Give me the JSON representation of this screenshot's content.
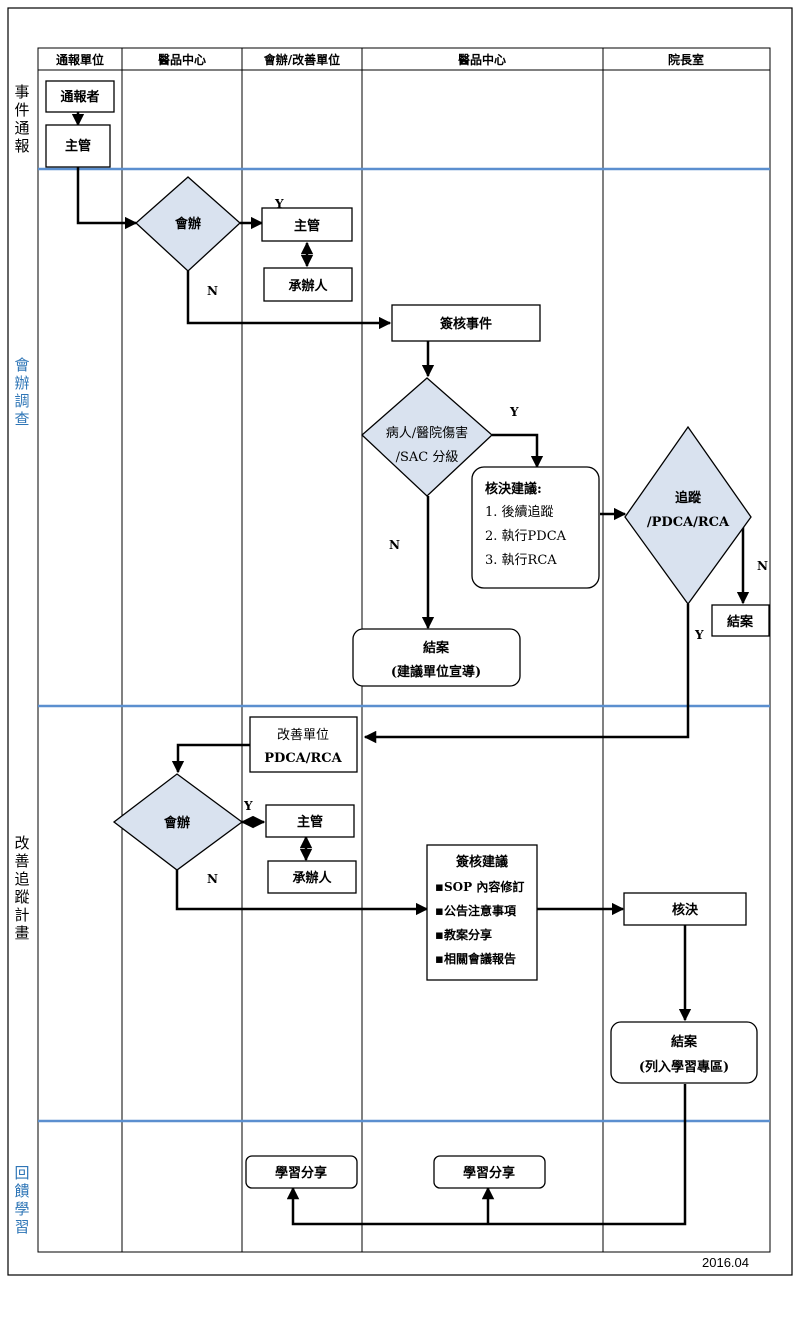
{
  "columns": [
    "通報單位",
    "醫品中心",
    "會辦/改善單位",
    "醫品中心",
    "院長室"
  ],
  "phases": [
    "事件通報",
    "會辦調查",
    "改善追蹤計畫",
    "回饋學習"
  ],
  "nodes": {
    "reporter": "通報者",
    "supervisor1": "主管",
    "joint1": "會辦",
    "supervisor2": "主管",
    "handler1": "承辦人",
    "review_event": "簽核事件",
    "harm_l1": "病人/醫院傷害",
    "harm_l2": "/SAC 分級",
    "decision_title": "核決建議:",
    "decision_items": [
      "1. 後續追蹤",
      "2. 執行PDCA",
      "3. 執行RCA"
    ],
    "track_l1": "追蹤",
    "track_l2": "/PDCA/RCA",
    "close_a": "結案",
    "close_b_l1": "結案",
    "close_b_l2": "(建議單位宣導)",
    "improve_l1": "改善單位",
    "improve_l2": "PDCA/RCA",
    "joint2": "會辦",
    "supervisor3": "主管",
    "handler2": "承辦人",
    "sign_title": "簽核建議",
    "sign_items": [
      "SOP 內容修訂",
      "公告注意事項",
      "教案分享",
      "相關會議報告"
    ],
    "approve": "核決",
    "close_c_l1": "結案",
    "close_c_l2": "(列入學習專區)",
    "learn1": "學習分享",
    "learn2": "學習分享"
  },
  "edge_labels": {
    "yes": "Y",
    "no": "N"
  },
  "date": "2016.04",
  "colors": {
    "phase_line": "#5b8fcf",
    "diamond_fill": "#d9e2ef",
    "phase_label_blue": "#2e75b6"
  }
}
